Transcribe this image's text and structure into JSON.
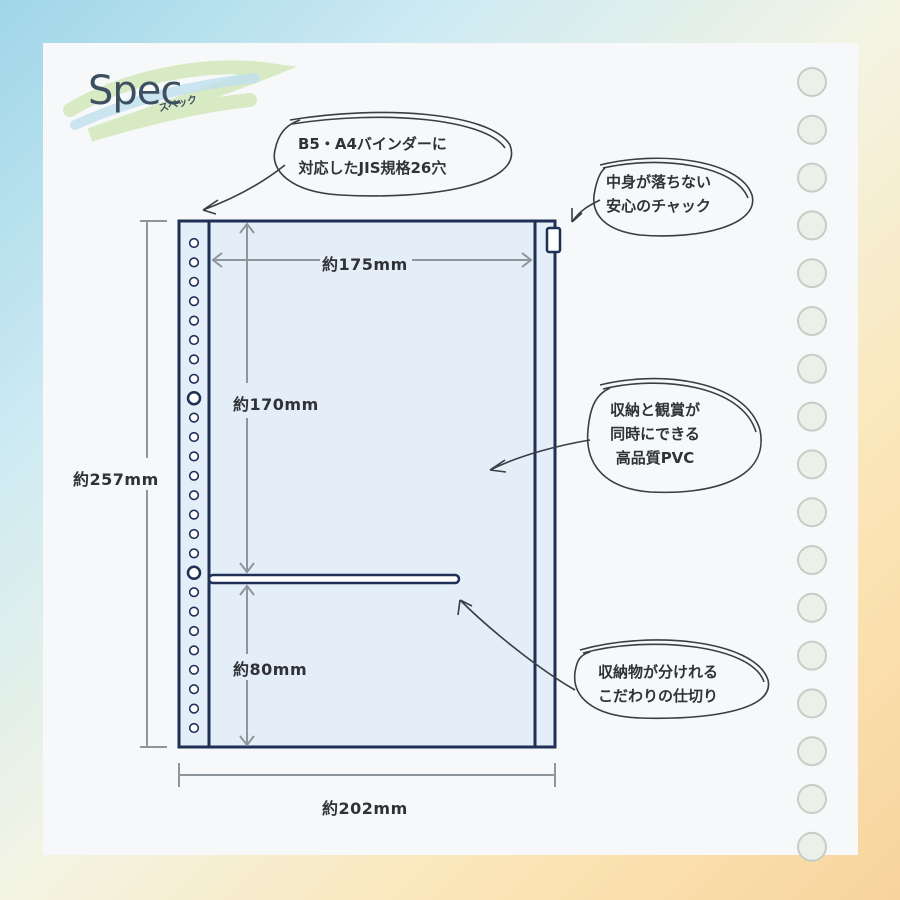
{
  "heading": {
    "title": "Spec",
    "subtitle": "スペック"
  },
  "dimensions": {
    "inner_width": "約175mm",
    "upper_height": "約170mm",
    "total_height": "約257mm",
    "lower_height": "約80mm",
    "total_width": "約202mm"
  },
  "callouts": {
    "holes": {
      "line1": "B5・A4バインダーに",
      "line2": "対応したJIS規格26穴"
    },
    "zipper": {
      "line1": "中身が落ちない",
      "line2": "安心のチャック"
    },
    "pvc": {
      "line1": "収納と観賞が",
      "line2": "同時にできる",
      "line3": "高品質PVC"
    },
    "divider": {
      "line1": "収納物が分けれる",
      "line2": "こだわりの仕切り"
    }
  },
  "colors": {
    "outline": "#1f2f55",
    "sleeve_fill": "#e4eef8",
    "dimension_line": "#8e969c"
  }
}
